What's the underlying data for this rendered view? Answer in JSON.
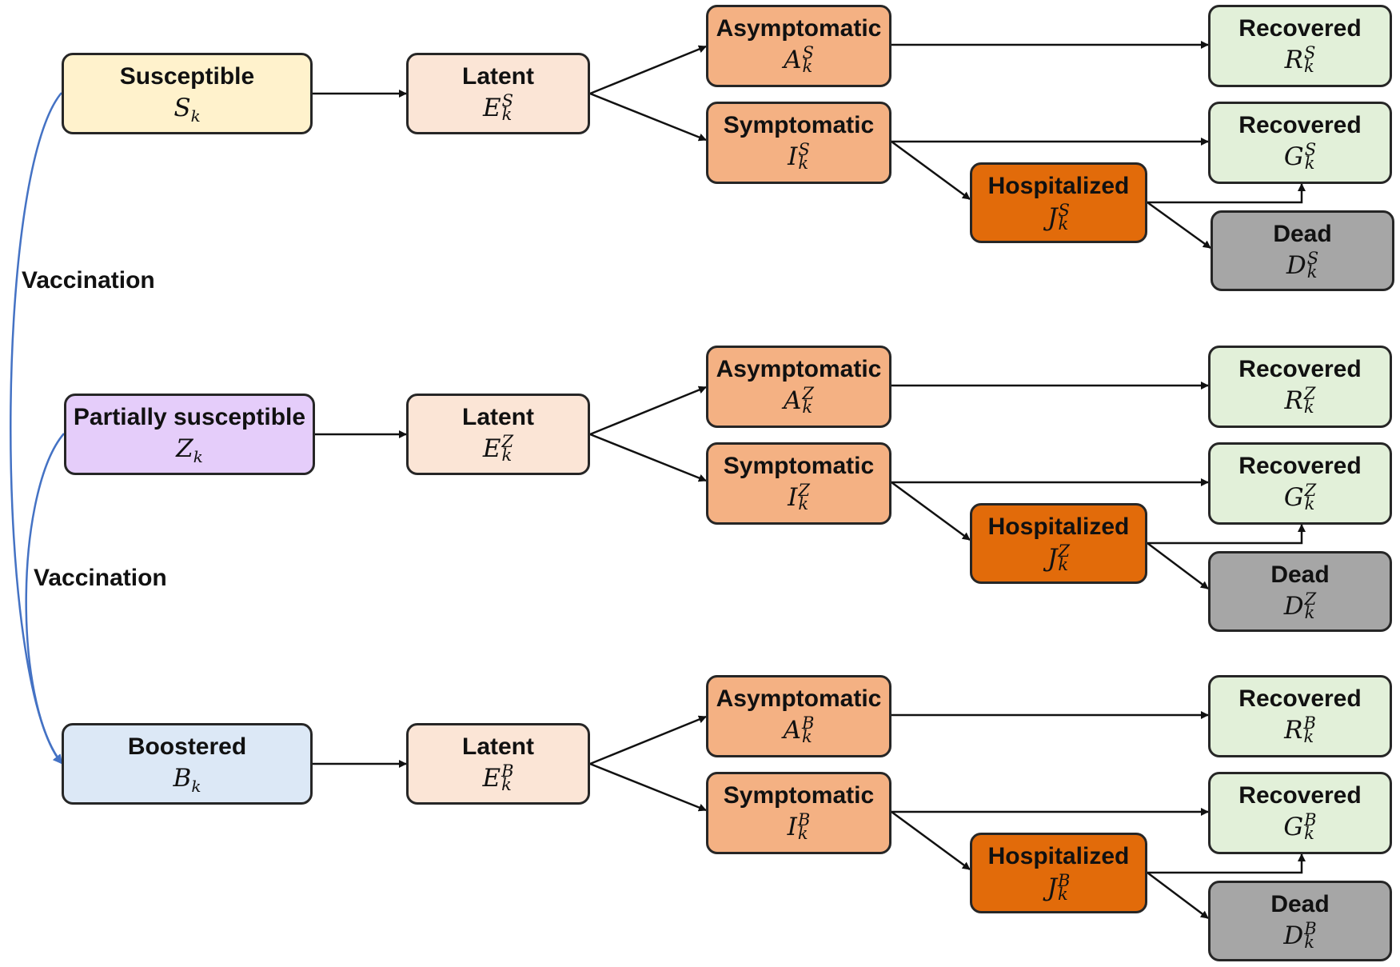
{
  "groups": {
    "s": {
      "compartment": {
        "label": "Susceptible",
        "sym": "S",
        "sub": "k"
      },
      "latent": {
        "label": "Latent",
        "sym": "E",
        "sup": "S",
        "sub": "k"
      },
      "asymptomatic": {
        "label": "Asymptomatic",
        "sym": "A",
        "sup": "S",
        "sub": "k"
      },
      "symptomatic": {
        "label": "Symptomatic",
        "sym": "I",
        "sup": "S",
        "sub": "k"
      },
      "hospitalized": {
        "label": "Hospitalized",
        "sym": "J",
        "sup": "S",
        "sub": "k"
      },
      "recovered_a": {
        "label": "Recovered",
        "sym": "R",
        "sup": "S",
        "sub": "k"
      },
      "recovered_i": {
        "label": "Recovered",
        "sym": "G",
        "sup": "S",
        "sub": "k"
      },
      "dead": {
        "label": "Dead",
        "sym": "D",
        "sup": "S",
        "sub": "k"
      }
    },
    "z": {
      "compartment": {
        "label": "Partially susceptible",
        "sym": "Z",
        "sub": "k"
      },
      "latent": {
        "label": "Latent",
        "sym": "E",
        "sup": "Z",
        "sub": "k"
      },
      "asymptomatic": {
        "label": "Asymptomatic",
        "sym": "A",
        "sup": "Z",
        "sub": "k"
      },
      "symptomatic": {
        "label": "Symptomatic",
        "sym": "I",
        "sup": "Z",
        "sub": "k"
      },
      "hospitalized": {
        "label": "Hospitalized",
        "sym": "J",
        "sup": "Z",
        "sub": "k"
      },
      "recovered_a": {
        "label": "Recovered",
        "sym": "R",
        "sup": "Z",
        "sub": "k"
      },
      "recovered_i": {
        "label": "Recovered",
        "sym": "G",
        "sup": "Z",
        "sub": "k"
      },
      "dead": {
        "label": "Dead",
        "sym": "D",
        "sup": "Z",
        "sub": "k"
      }
    },
    "b": {
      "compartment": {
        "label": "Boostered",
        "sym": "B",
        "sub": "k"
      },
      "latent": {
        "label": "Latent",
        "sym": "E",
        "sup": "B",
        "sub": "k"
      },
      "asymptomatic": {
        "label": "Asymptomatic",
        "sym": "A",
        "sup": "B",
        "sub": "k"
      },
      "symptomatic": {
        "label": "Symptomatic",
        "sym": "I",
        "sup": "B",
        "sub": "k"
      },
      "hospitalized": {
        "label": "Hospitalized",
        "sym": "J",
        "sup": "B",
        "sub": "k"
      },
      "recovered_a": {
        "label": "Recovered",
        "sym": "R",
        "sup": "B",
        "sub": "k"
      },
      "recovered_i": {
        "label": "Recovered",
        "sym": "G",
        "sup": "B",
        "sub": "k"
      },
      "dead": {
        "label": "Dead",
        "sym": "D",
        "sup": "B",
        "sub": "k"
      }
    }
  },
  "vaccination": {
    "s_to_b_label": "Vaccination",
    "z_to_b_label": "Vaccination"
  },
  "colors": {
    "susceptible": "#fff2cc",
    "partially_susceptible": "#e5cdfa",
    "boostered": "#dce8f6",
    "latent": "#fbe5d6",
    "infectious": "#f4b183",
    "hospitalized": "#e26b0a",
    "recovered": "#e2f0d9",
    "dead": "#a6a6a6",
    "vaccination_arrow": "#4472c4",
    "flow_arrow": "#111111"
  }
}
